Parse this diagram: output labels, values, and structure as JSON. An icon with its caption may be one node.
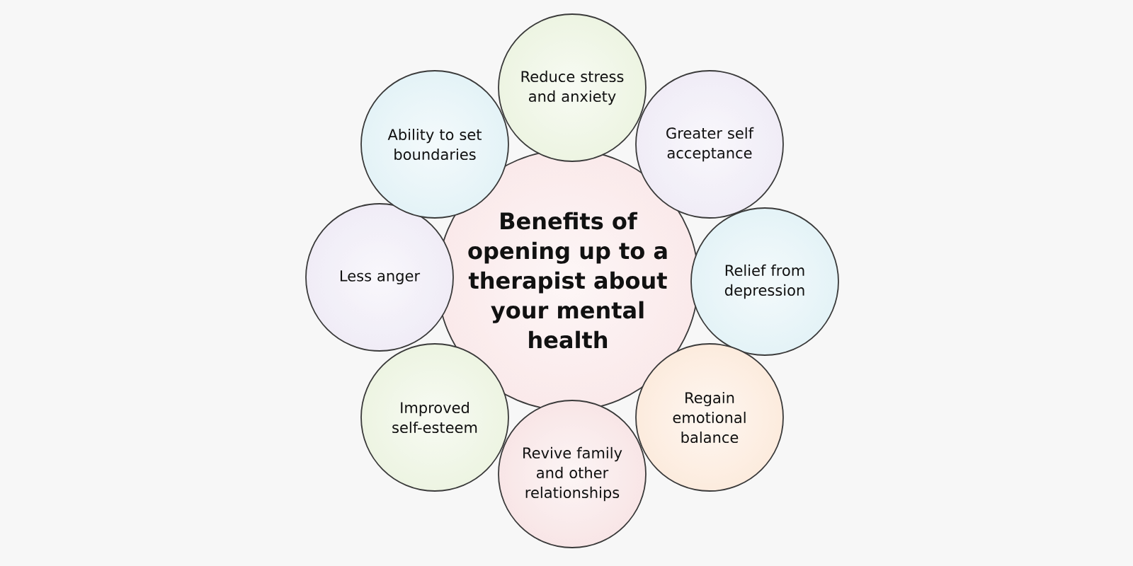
{
  "diagram": {
    "nodes": [
      {
        "text": [
          "Benefits of opening up to a therapist about your mental health"
        ]
      },
      {
        "text": [
          "Reduce stress and anxiety"
        ]
      },
      {
        "text": [
          "Greater self acceptance"
        ]
      },
      {
        "text": [
          "Relief from depression"
        ]
      },
      {
        "text": [
          "Regain emotional balance"
        ]
      },
      {
        "text": [
          "Revive family and other relationships"
        ]
      },
      {
        "text": [
          "Improved self-esteem"
        ]
      },
      {
        "text": [
          "Less anger"
        ]
      },
      {
        "text": [
          "Ability to set boundaries"
        ]
      }
    ]
  }
}
